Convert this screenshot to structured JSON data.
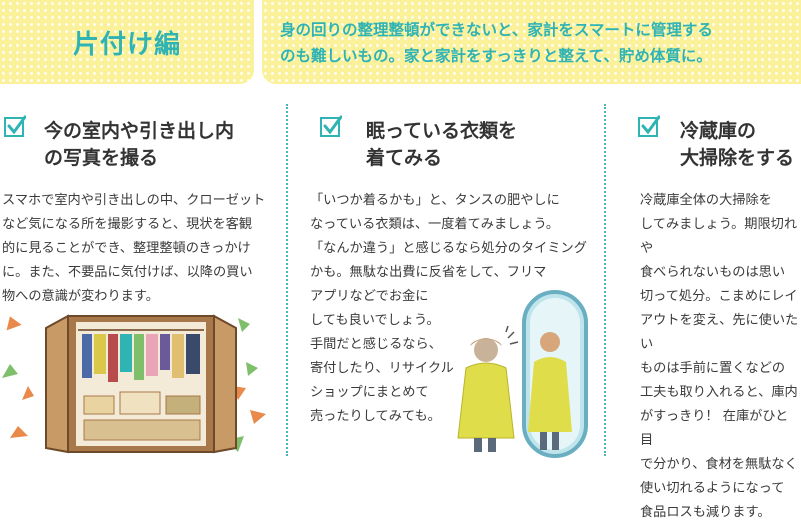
{
  "header": {
    "title": "片付け編",
    "intro_lines": [
      "身の回りの整理整頓ができないと、家計をスマートに管理する",
      "のも難しいもの。家と家計をすっきりと整えて、貯め体質に。"
    ]
  },
  "columns": [
    {
      "heading_lines": [
        "今の室内や引き出し内",
        "の写真を撮る"
      ],
      "body_lines": [
        "スマホで室内や引き出しの中、クローゼット",
        "など気になる所を撮影すると、現状を客観",
        "的に見ることができ、整理整頓のきっかけ",
        "に。また、不要品に気付けば、以降の買い",
        "物への意識が変わります。"
      ]
    },
    {
      "heading_lines": [
        "眠っている衣類を",
        "着てみる"
      ],
      "body_lines": [
        "「いつか着るかも」と、タンスの肥やしに",
        "なっている衣類は、一度着てみましょう。",
        "「なんか違う」と感じるなら処分のタイミング",
        "かも。無駄な出費に反省をして、フリマ",
        "アプリなどでお金に",
        "しても良いでしょう。",
        "手間だと感じるなら、",
        "寄付したり、リサイクル",
        "ショップにまとめて",
        "売ったりしてみても。"
      ]
    },
    {
      "heading_lines": [
        "冷蔵庫の",
        "大掃除をする"
      ],
      "body_lines": [
        "冷蔵庫全体の大掃除を",
        "してみましょう。期限切れや",
        "食べられないものは思い",
        "切って処分。こまめにレイ",
        "アウトを変え、先に使いたい",
        "ものは手前に置くなどの",
        "工夫も取り入れると、庫内",
        "がすっきり！ 在庫がひと目",
        "で分かり、食材を無駄なく",
        "使い切れるようになって",
        "食品ロスも減ります。"
      ]
    }
  ],
  "colors": {
    "accent": "#2fb3b3",
    "header_bg": "#fbf19a",
    "triangle_orange": "#e9894a",
    "triangle_green": "#7fbf6c"
  }
}
